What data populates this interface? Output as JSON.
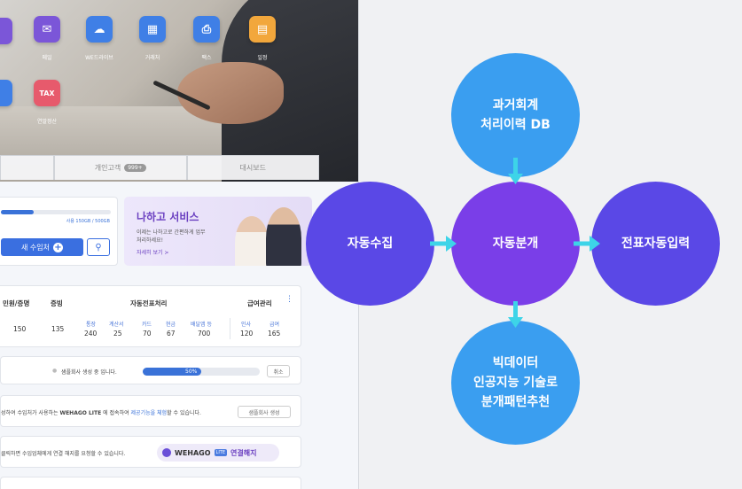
{
  "app": {
    "icons": [
      {
        "label": "메일",
        "color": "#7b56d8",
        "icon": "mail-icon"
      },
      {
        "label": "WE드라이브",
        "color": "#3f7fe6",
        "icon": "cloud-icon"
      },
      {
        "label": "거래처",
        "color": "#3f7fe6",
        "icon": "building-icon"
      },
      {
        "label": "팩스",
        "color": "#3f7fe6",
        "icon": "fax-icon"
      },
      {
        "label": "일정",
        "color": "#f2a73c",
        "icon": "calendar-icon"
      },
      {
        "label": "연말정산",
        "color": "#e75a6c",
        "icon": "tax-icon"
      }
    ],
    "tax_icon_text": "TAX",
    "tabs": [
      {
        "label": "",
        "badge": ""
      },
      {
        "label": "개인고객",
        "badge": "999+"
      },
      {
        "label": "대시보드",
        "badge": ""
      }
    ],
    "storage": {
      "text": "사용 150GB / 500GB",
      "percent": 30
    },
    "add_client_label": "새 수임처",
    "banner": {
      "title": "나하고 서비스",
      "subtitle": "이제는 나하고로 간편하게 업무처리하세요!",
      "more": "자세히 보기 >"
    },
    "stats": {
      "headers": [
        "민원/증명",
        "증빙",
        "자동전표처리",
        "급여관리"
      ],
      "values": [
        "150",
        "135"
      ],
      "auto": [
        {
          "label": "통장",
          "value": "240"
        },
        {
          "label": "계산서",
          "value": "25"
        },
        {
          "label": "카드",
          "value": "70"
        },
        {
          "label": "현금",
          "value": "67"
        },
        {
          "label": "배달앱 등",
          "value": "700"
        }
      ],
      "payroll": [
        {
          "label": "인사",
          "value": "120"
        },
        {
          "label": "급여",
          "value": "165"
        }
      ]
    },
    "rows": {
      "creating": "샘플회사 생성 중 입니다.",
      "creating_percent": 50,
      "creating_percent_text": "50%",
      "cancel_label": "취소",
      "lite_text_a": "성하여 수임처가 사용하는 ",
      "lite_text_b": "WEHAGO LITE",
      "lite_text_c": " 에 접속하여 ",
      "lite_text_d": "제공기능을 체험",
      "lite_text_e": "할 수 있습니다.",
      "sample_create_label": "샘플회사 생성",
      "connect_text": "클릭하면 수임업체에게 연결 해지를 요청할 수 있습니다.",
      "wehago_logo": "WEHAGO",
      "lite_badge": "LITE",
      "disconnect_label": "연결해지"
    }
  },
  "diagram": {
    "nodes": {
      "history": {
        "line1": "과거회계",
        "line2": "처리이력 DB"
      },
      "collect": {
        "label": "자동수집"
      },
      "classify": {
        "label": "자동분개"
      },
      "voucher": {
        "label": "전표자동입력"
      },
      "bigdata": {
        "line1": "빅데이터",
        "line2": "인공지능 기술로",
        "line3": "분개패턴추천"
      }
    },
    "colors": {
      "light_blue": "#3a9ef0",
      "indigo": "#5a48e6",
      "purple": "#7a3ee8",
      "arrow": "#3dd4e8"
    }
  }
}
